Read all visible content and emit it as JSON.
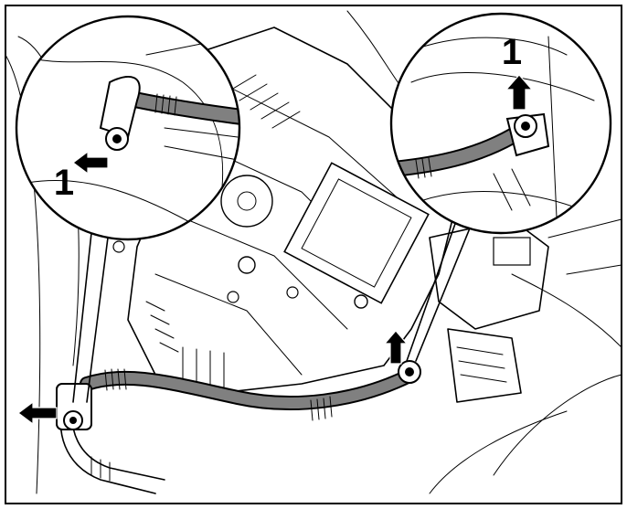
{
  "figure": {
    "callouts": [
      {
        "id": "detail-left",
        "label": "1"
      },
      {
        "id": "detail-right",
        "label": "1"
      }
    ]
  },
  "colors": {
    "line": "#000000",
    "hose": "#808080",
    "background": "#ffffff"
  }
}
